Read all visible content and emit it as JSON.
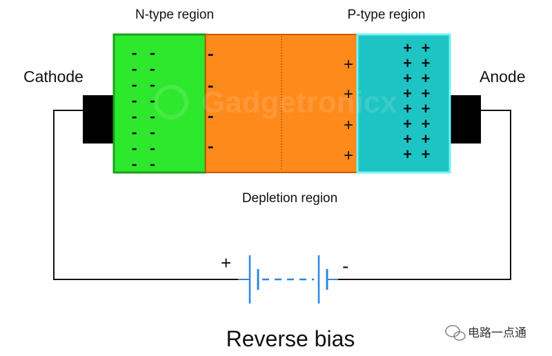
{
  "labels": {
    "n_region": "N-type region",
    "p_region": "P-type region",
    "cathode": "Cathode",
    "anode": "Anode",
    "depletion": "Depletion region",
    "caption": "Reverse bias"
  },
  "charges": {
    "n_carrier": "- -",
    "n_ion": "-",
    "p_ion": "+",
    "p_carrier": "+ +"
  },
  "battery": {
    "positive": "+",
    "negative": "-"
  },
  "watermark": {
    "brand": "Gadgetronicx",
    "source": "电路一点通"
  },
  "colors": {
    "n_region": "#2ee82e",
    "depletion": "#ff8a1c",
    "p_region": "#1ec4c4",
    "terminal": "#000000",
    "battery": "#2e86de"
  }
}
